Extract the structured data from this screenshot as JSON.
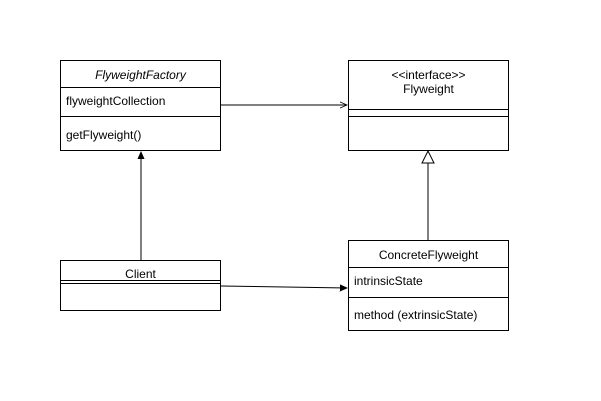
{
  "classes": {
    "flyweight_factory": {
      "name": "FlyweightFactory",
      "attribute": "flyweightCollection",
      "method": "getFlyweight()"
    },
    "flyweight": {
      "stereotype": "<<interface>>",
      "name": "Flyweight"
    },
    "client": {
      "name": "Client"
    },
    "concrete_flyweight": {
      "name": "ConcreteFlyweight",
      "attribute": "intrinsicState",
      "method": "method (extrinsicState)"
    }
  },
  "relations": [
    {
      "from": "FlyweightFactory",
      "to": "Flyweight",
      "kind": "association"
    },
    {
      "from": "ConcreteFlyweight",
      "to": "Flyweight",
      "kind": "realization"
    },
    {
      "from": "Client",
      "to": "FlyweightFactory",
      "kind": "association"
    },
    {
      "from": "Client",
      "to": "ConcreteFlyweight",
      "kind": "association"
    }
  ],
  "colors": {
    "line": "#000000",
    "background": "#ffffff"
  }
}
